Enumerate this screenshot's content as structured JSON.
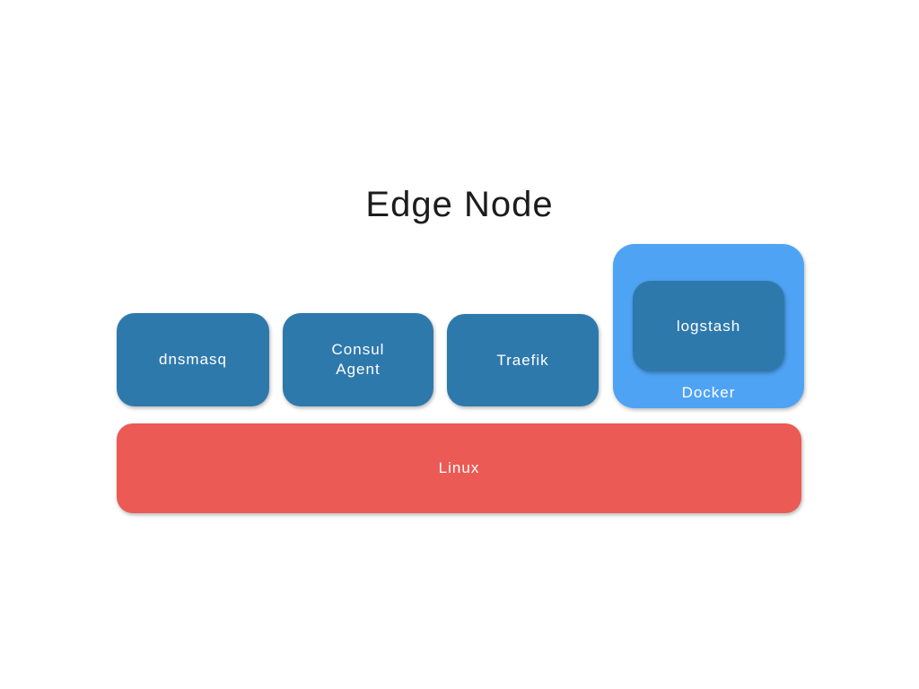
{
  "title": "Edge Node",
  "colors": {
    "background": "#ffffff",
    "title_text": "#1c1c1c",
    "box_text": "#ffffff",
    "node_fill": "#2e79ac",
    "docker_fill": "#4fa3f4",
    "linux_fill": "#eb5a54"
  },
  "nodes": {
    "dnsmasq": {
      "label": "dnsmasq"
    },
    "consul_agent": {
      "label": "Consul\nAgent"
    },
    "traefik": {
      "label": "Traefik"
    },
    "docker": {
      "label": "Docker"
    },
    "logstash": {
      "label": "logstash"
    },
    "linux": {
      "label": "Linux"
    }
  }
}
